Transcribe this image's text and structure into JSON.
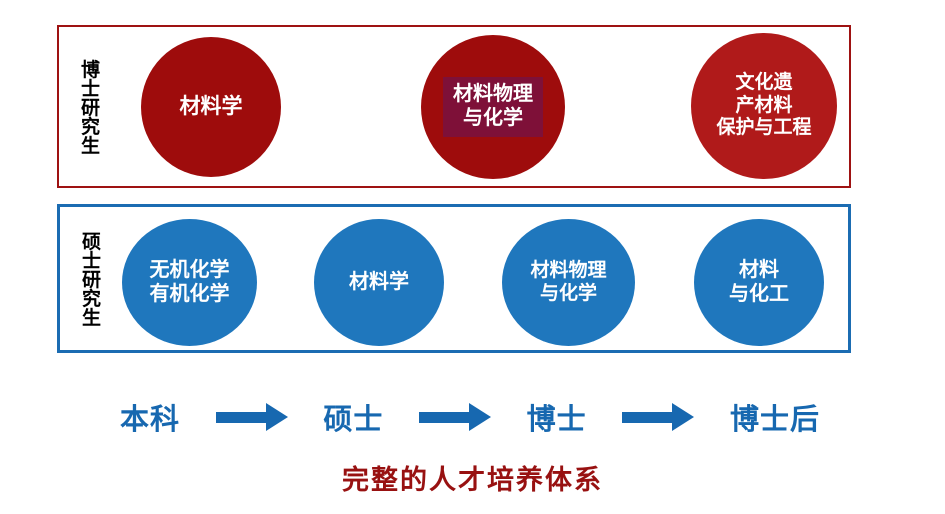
{
  "diagram": {
    "caption": "完整的人才培养体系",
    "colors": {
      "doctoral_border": "#9E1212",
      "doctoral_circle": "#9E0C0C",
      "doctoral_circle_light": "#B01A1A",
      "selection_highlight": "#7E1038",
      "master_border": "#1B6CB2",
      "master_circle": "#1F77BD",
      "pathway_blue": "#1768B0",
      "caption_red": "#981111",
      "label_black": "#000000"
    },
    "tiers": [
      {
        "id": "doctoral",
        "label": "博士研究生",
        "nodes": [
          {
            "text": "材料学",
            "highlighted": false
          },
          {
            "text": "材料物理\n与化学",
            "highlighted": true
          },
          {
            "text": "文化遗\n产材料\n保护与工程",
            "highlighted": false
          }
        ]
      },
      {
        "id": "master",
        "label": "硕士研究生",
        "nodes": [
          {
            "text": "无机化学\n有机化学",
            "highlighted": false
          },
          {
            "text": "材料学",
            "highlighted": false
          },
          {
            "text": "材料物理\n与化学",
            "highlighted": false
          },
          {
            "text": "材料\n与化工",
            "highlighted": false
          }
        ]
      }
    ],
    "pathway": {
      "stages": [
        "本科",
        "硕士",
        "博士",
        "博士后"
      ],
      "arrow_icon": "right-arrow-icon"
    }
  }
}
